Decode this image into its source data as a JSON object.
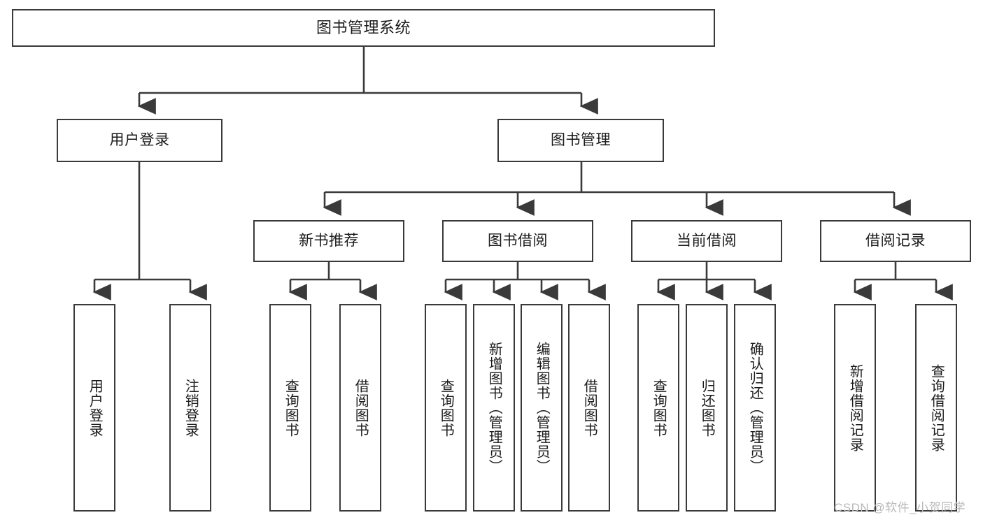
{
  "diagram": {
    "title": "图书管理系统",
    "type": "hierarchy-tree",
    "orientation": "top-down",
    "line_color": "#3a3a3a",
    "box_fill": "#ffffff",
    "text_color": "#1b1b1b"
  },
  "nodes": {
    "root": {
      "label": "图书管理系统",
      "level": 1
    },
    "level2": [
      {
        "id": "user-login",
        "label": "用户登录"
      },
      {
        "id": "book-manage",
        "label": "图书管理"
      }
    ],
    "level3": [
      {
        "id": "new-book-recommend",
        "label": "新书推荐"
      },
      {
        "id": "book-borrow",
        "label": "图书借阅"
      },
      {
        "id": "current-borrow",
        "label": "当前借阅"
      },
      {
        "id": "borrow-record",
        "label": "借阅记录"
      }
    ],
    "leaves": {
      "user_login": [
        {
          "id": "leaf-user-login",
          "label": "用户登录"
        },
        {
          "id": "leaf-logout-login",
          "label": "注销登录"
        }
      ],
      "new_book_recommend": [
        {
          "id": "leaf-query-book-1",
          "label": "查询图书"
        },
        {
          "id": "leaf-borrow-book-1",
          "label": "借阅图书"
        }
      ],
      "book_borrow": [
        {
          "id": "leaf-query-book-2",
          "label": "查询图书"
        },
        {
          "id": "leaf-add-book",
          "label": "新增图书（管理员）"
        },
        {
          "id": "leaf-edit-book",
          "label": "编辑图书（管理员）"
        },
        {
          "id": "leaf-borrow-book-2",
          "label": "借阅图书"
        }
      ],
      "current_borrow": [
        {
          "id": "leaf-query-book-3",
          "label": "查询图书"
        },
        {
          "id": "leaf-return-book",
          "label": "归还图书"
        },
        {
          "id": "leaf-confirm-return",
          "label": "确认归还（管理员）"
        }
      ],
      "borrow_record": [
        {
          "id": "leaf-add-record",
          "label": "新增借阅记录"
        },
        {
          "id": "leaf-query-record",
          "label": "查询借阅记录"
        }
      ]
    }
  },
  "watermark": {
    "text": "CSDN @软件_小贺同学"
  }
}
